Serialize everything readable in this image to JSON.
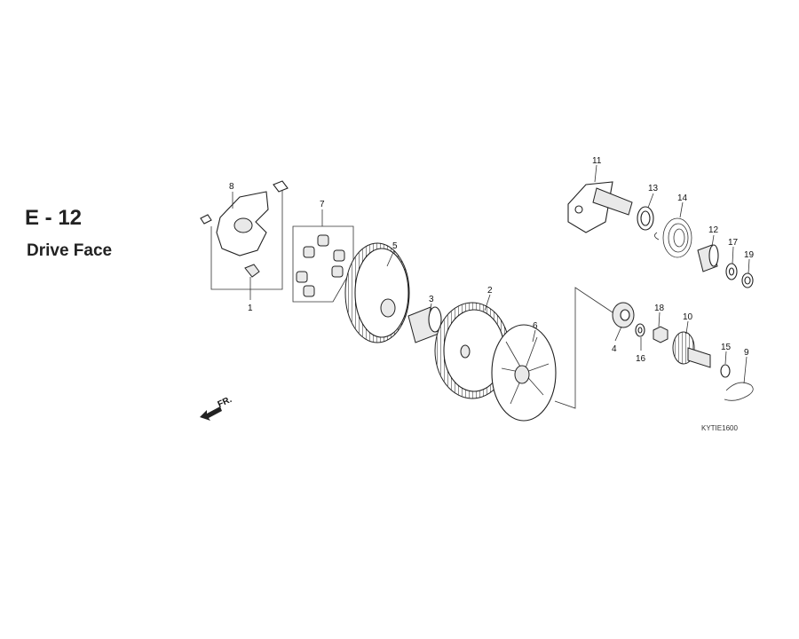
{
  "header": {
    "code": "E - 12",
    "title": "Drive Face"
  },
  "diagram": {
    "reference_code": "KYTIE1600",
    "direction_marker": "FR.",
    "callouts": [
      {
        "id": "1",
        "label": "1"
      },
      {
        "id": "2",
        "label": "2"
      },
      {
        "id": "3",
        "label": "3"
      },
      {
        "id": "4",
        "label": "4"
      },
      {
        "id": "5",
        "label": "5"
      },
      {
        "id": "6",
        "label": "6"
      },
      {
        "id": "7",
        "label": "7"
      },
      {
        "id": "8",
        "label": "8"
      },
      {
        "id": "9",
        "label": "9"
      },
      {
        "id": "10",
        "label": "10"
      },
      {
        "id": "11",
        "label": "11"
      },
      {
        "id": "12",
        "label": "12"
      },
      {
        "id": "13",
        "label": "13"
      },
      {
        "id": "14",
        "label": "14"
      },
      {
        "id": "15",
        "label": "15"
      },
      {
        "id": "16",
        "label": "16"
      },
      {
        "id": "17",
        "label": "17"
      },
      {
        "id": "18",
        "label": "18"
      },
      {
        "id": "19",
        "label": "19"
      }
    ]
  }
}
